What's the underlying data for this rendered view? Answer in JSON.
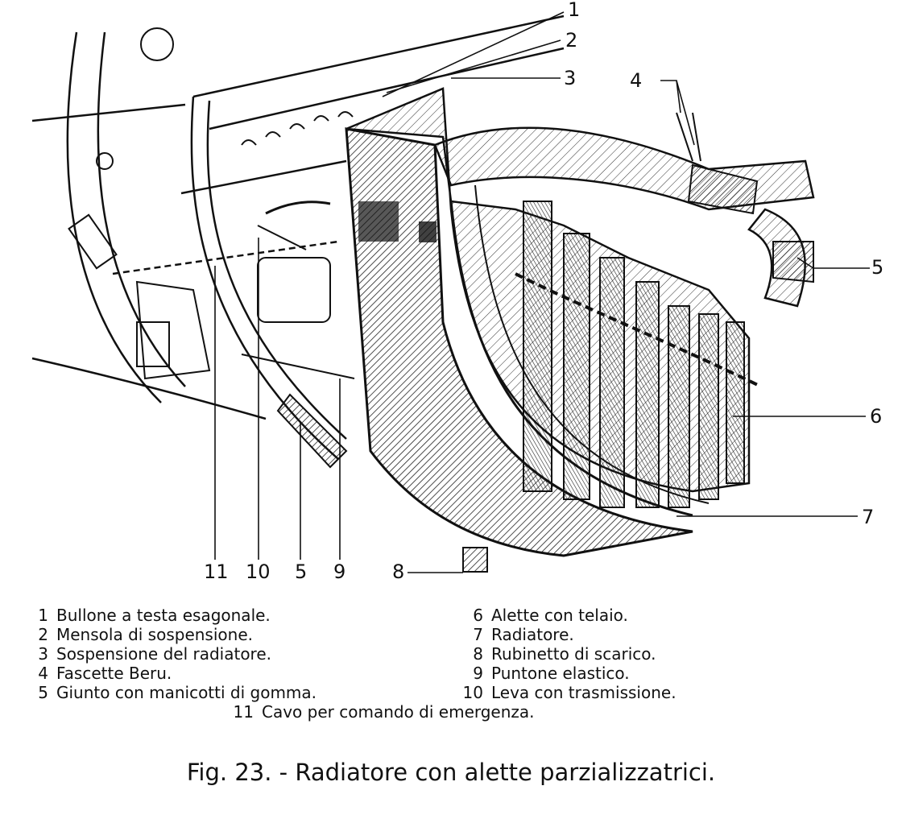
{
  "figure": {
    "callouts": [
      "1",
      "2",
      "3",
      "4",
      "5",
      "6",
      "7",
      "8",
      "9",
      "10",
      "11"
    ],
    "bottom_callouts": [
      "11",
      "10",
      "5",
      "9"
    ]
  },
  "legend": [
    {
      "num": "1",
      "text": "Bullone a testa esagonale."
    },
    {
      "num": "2",
      "text": "Mensola di sospensione."
    },
    {
      "num": "3",
      "text": "Sospensione del radiatore."
    },
    {
      "num": "4",
      "text": "Fascette Beru."
    },
    {
      "num": "5",
      "text": "Giunto con manicotti di gomma."
    },
    {
      "num": "6",
      "text": "Alette con telaio."
    },
    {
      "num": "7",
      "text": "Radiatore."
    },
    {
      "num": "8",
      "text": "Rubinetto di scarico."
    },
    {
      "num": "9",
      "text": "Puntone elastico."
    },
    {
      "num": "10",
      "text": "Leva con trasmissione."
    },
    {
      "num": "11",
      "text": "Cavo per comando di emergenza."
    }
  ],
  "caption": "Fig. 23. - Radiatore con alette parzializzatrici."
}
